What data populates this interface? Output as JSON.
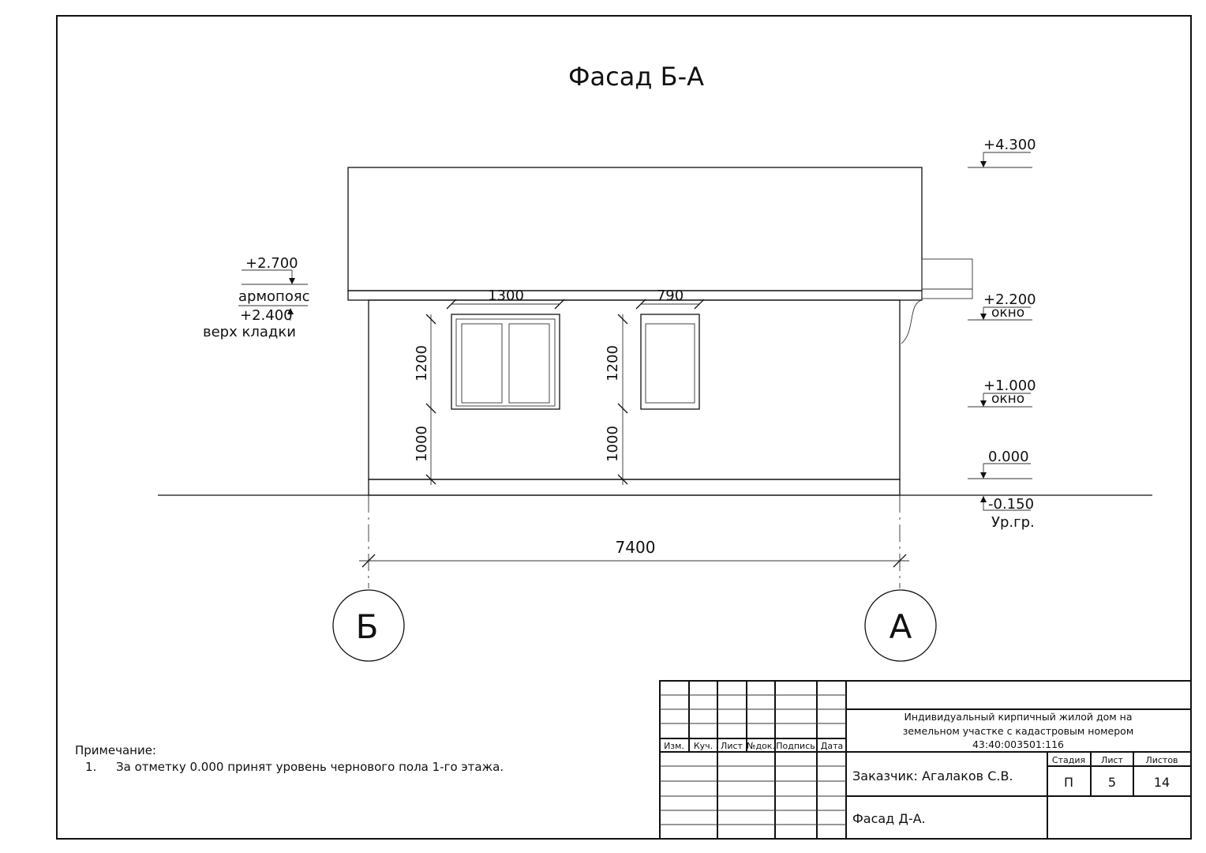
{
  "title": "Фасад Б-А",
  "levels_right": [
    {
      "value": "+4.300",
      "note": ""
    },
    {
      "value": "+2.200",
      "note": "окно"
    },
    {
      "value": "+1.000",
      "note": "окно"
    },
    {
      "value": "0.000",
      "note": ""
    },
    {
      "value": "-0.150",
      "note": "Ур.гр."
    }
  ],
  "levels_left": {
    "top_value": "+2.700",
    "top_note": "армопояс",
    "bottom_value": "+2.400",
    "bottom_note": "верх кладки"
  },
  "dimensions": {
    "window1_width": "1300",
    "window2_width": "790",
    "window_height_1": "1200",
    "sill_height_1": "1000",
    "window_height_2": "1200",
    "sill_height_2": "1000",
    "overall": "7400"
  },
  "axes": [
    "Б",
    "А"
  ],
  "note": {
    "heading": "Примечание:",
    "items": [
      {
        "num": "1.",
        "text": "За отметку 0.000 принят уровень чернового пола 1-го этажа."
      }
    ]
  },
  "title_block": {
    "columns": [
      "Изм.",
      "Куч.",
      "Лист",
      "№док.",
      "Подпись",
      "Дата"
    ],
    "project_line1": "Индивидуальный кирпичный жилой дом на",
    "project_line2": "земельном участке с кадастровым номером",
    "project_line3": "43:40:003501:116",
    "customer": "Заказчик: Агалаков С.В.",
    "sheet_title": "Фасад Д-А.",
    "stage_label": "Стадия",
    "sheet_label": "Лист",
    "sheets_label": "Листов",
    "stage": "П",
    "sheet": "5",
    "sheets": "14"
  }
}
